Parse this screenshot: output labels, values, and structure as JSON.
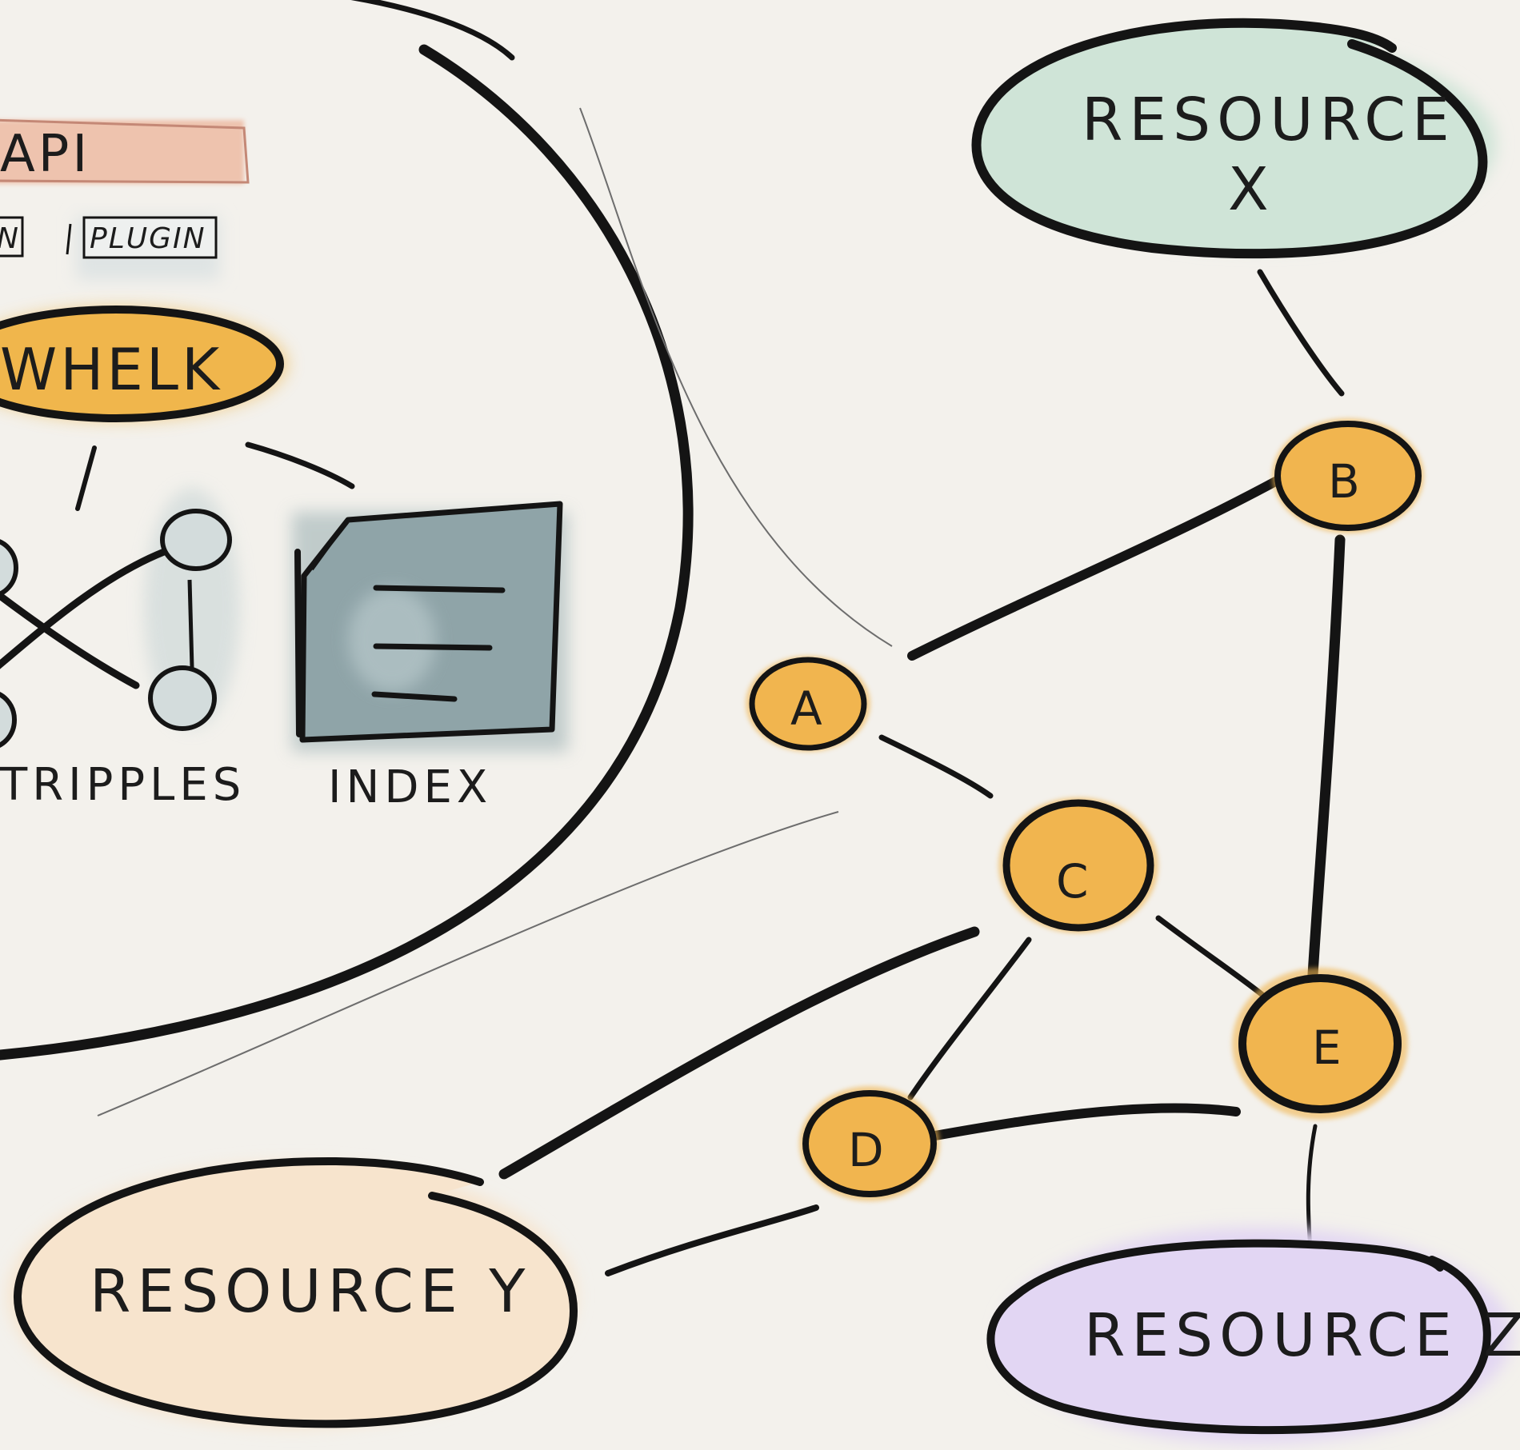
{
  "diagram": {
    "left_cluster": {
      "api_label": "API",
      "plugin_left_label": "N",
      "plugin_label": "PLUGIN",
      "whelk_label": "WHELK",
      "tripples_label": "TRIPPLES",
      "index_label": "INDEX"
    },
    "nodes": {
      "a": "A",
      "b": "B",
      "c": "C",
      "d": "D",
      "e": "E"
    },
    "resources": {
      "x_line1": "RESOURCE",
      "x_line2": "X",
      "y": "RESOURCE Y",
      "z": "RESOURCE Z"
    },
    "colors": {
      "background": "#f3f1ec",
      "ink": "#141414",
      "node_fill": "#f1b54f",
      "api_fill": "#eec3ae",
      "whelk_fill": "#f0b64c",
      "tripple_node_fill": "#d3dcdc",
      "index_fill": "#8fa4a8",
      "resource_x_fill": "#cfe4d7",
      "resource_y_fill": "#f7e4cd",
      "resource_z_fill": "#e2d6f3"
    }
  }
}
